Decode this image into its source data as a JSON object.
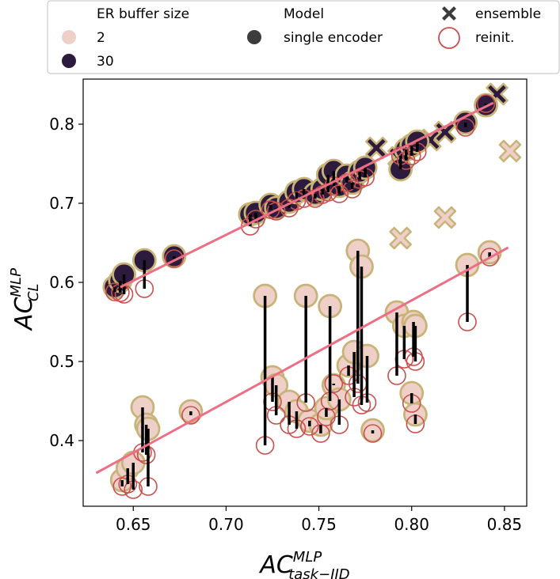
{
  "chart_data": {
    "type": "scatter",
    "xlabel_main": "AC",
    "xlabel_sup": "MLP",
    "xlabel_sub": "task−IID",
    "ylabel_main": "AC",
    "ylabel_sup": "MLP",
    "ylabel_sub": "CL",
    "xlim": [
      0.623,
      0.862
    ],
    "ylim": [
      0.317,
      0.857
    ],
    "xticks": [
      0.65,
      0.7,
      0.75,
      0.8,
      0.85
    ],
    "xtick_labels": [
      "0.65",
      "0.70",
      "0.75",
      "0.80",
      "0.85"
    ],
    "yticks": [
      0.4,
      0.5,
      0.6,
      0.7,
      0.8
    ],
    "ytick_labels": [
      "0.4",
      "0.5",
      "0.6",
      "0.7",
      "0.8"
    ],
    "grid": false,
    "legend": {
      "placement": "top-outside",
      "hue_title": "ER buffer size",
      "hue_items": [
        "2",
        "30"
      ],
      "model_title": "Model",
      "model_items": [
        "single encoder"
      ],
      "ensemble_label": "ensemble",
      "reinit_label": "reinit."
    },
    "colors": {
      "buffer_2": "#efd0c8",
      "buffer_30": "#2d1b3e",
      "marker_edge": "#c8b378",
      "reinit_edge": "#c8504e",
      "trend_line": "#ec6f86",
      "link": "#000000"
    },
    "series": [
      {
        "name": "30",
        "points": [
          {
            "x": 0.64,
            "y": 0.594,
            "r": 0.588
          },
          {
            "x": 0.643,
            "y": 0.602,
            "r": 0.587
          },
          {
            "x": 0.645,
            "y": 0.61,
            "r": 0.585
          },
          {
            "x": 0.656,
            "y": 0.628,
            "r": 0.592
          },
          {
            "x": 0.672,
            "y": 0.633,
            "r": 0.63
          },
          {
            "x": 0.713,
            "y": 0.686,
            "r": 0.671
          },
          {
            "x": 0.716,
            "y": 0.688,
            "r": 0.68
          },
          {
            "x": 0.724,
            "y": 0.698,
            "r": 0.692
          },
          {
            "x": 0.727,
            "y": 0.694,
            "r": 0.69
          },
          {
            "x": 0.734,
            "y": 0.702,
            "r": 0.694
          },
          {
            "x": 0.738,
            "y": 0.714,
            "r": 0.703
          },
          {
            "x": 0.742,
            "y": 0.718,
            "r": 0.706
          },
          {
            "x": 0.748,
            "y": 0.712,
            "r": 0.706
          },
          {
            "x": 0.752,
            "y": 0.718,
            "r": 0.711
          },
          {
            "x": 0.755,
            "y": 0.736,
            "r": 0.714
          },
          {
            "x": 0.758,
            "y": 0.741,
            "r": 0.722
          },
          {
            "x": 0.761,
            "y": 0.722,
            "r": 0.712
          },
          {
            "x": 0.765,
            "y": 0.735,
            "r": 0.726
          },
          {
            "x": 0.768,
            "y": 0.726,
            "r": 0.718
          },
          {
            "x": 0.772,
            "y": 0.74,
            "r": 0.73
          },
          {
            "x": 0.775,
            "y": 0.745,
            "r": 0.733
          },
          {
            "x": 0.794,
            "y": 0.743,
            "r": 0.76
          },
          {
            "x": 0.797,
            "y": 0.768,
            "r": 0.754
          },
          {
            "x": 0.8,
            "y": 0.773,
            "r": 0.76
          },
          {
            "x": 0.803,
            "y": 0.778,
            "r": 0.765
          },
          {
            "x": 0.829,
            "y": 0.802,
            "r": 0.796
          },
          {
            "x": 0.84,
            "y": 0.824,
            "r": 0.826
          }
        ],
        "ensemble": [
          {
            "x": 0.781,
            "y": 0.77
          },
          {
            "x": 0.793,
            "y": 0.758
          },
          {
            "x": 0.81,
            "y": 0.78
          },
          {
            "x": 0.818,
            "y": 0.79
          },
          {
            "x": 0.846,
            "y": 0.838
          }
        ]
      },
      {
        "name": "2",
        "points": [
          {
            "x": 0.644,
            "y": 0.35,
            "r": 0.342
          },
          {
            "x": 0.647,
            "y": 0.365,
            "r": 0.345
          },
          {
            "x": 0.65,
            "y": 0.372,
            "r": 0.338
          },
          {
            "x": 0.655,
            "y": 0.442,
            "r": 0.385
          },
          {
            "x": 0.657,
            "y": 0.42,
            "r": 0.382
          },
          {
            "x": 0.658,
            "y": 0.415,
            "r": 0.342
          },
          {
            "x": 0.681,
            "y": 0.437,
            "r": 0.432
          },
          {
            "x": 0.721,
            "y": 0.583,
            "r": 0.394
          },
          {
            "x": 0.725,
            "y": 0.48,
            "r": 0.449
          },
          {
            "x": 0.727,
            "y": 0.47,
            "r": 0.432
          },
          {
            "x": 0.734,
            "y": 0.449,
            "r": 0.42
          },
          {
            "x": 0.738,
            "y": 0.437,
            "r": 0.415
          },
          {
            "x": 0.743,
            "y": 0.583,
            "r": 0.448
          },
          {
            "x": 0.745,
            "y": 0.425,
            "r": 0.418
          },
          {
            "x": 0.751,
            "y": 0.42,
            "r": 0.409
          },
          {
            "x": 0.754,
            "y": 0.441,
            "r": 0.43
          },
          {
            "x": 0.756,
            "y": 0.57,
            "r": 0.45
          },
          {
            "x": 0.758,
            "y": 0.47,
            "r": 0.472
          },
          {
            "x": 0.761,
            "y": 0.452,
            "r": 0.42
          },
          {
            "x": 0.766,
            "y": 0.495,
            "r": 0.482
          },
          {
            "x": 0.769,
            "y": 0.512,
            "r": 0.455
          },
          {
            "x": 0.771,
            "y": 0.64,
            "r": 0.472
          },
          {
            "x": 0.773,
            "y": 0.62,
            "r": 0.445
          },
          {
            "x": 0.776,
            "y": 0.507,
            "r": 0.448
          },
          {
            "x": 0.779,
            "y": 0.413,
            "r": 0.409
          },
          {
            "x": 0.792,
            "y": 0.562,
            "r": 0.482
          },
          {
            "x": 0.796,
            "y": 0.545,
            "r": 0.503
          },
          {
            "x": 0.8,
            "y": 0.46,
            "r": 0.447
          },
          {
            "x": 0.801,
            "y": 0.55,
            "r": 0.506
          },
          {
            "x": 0.802,
            "y": 0.545,
            "r": 0.5
          },
          {
            "x": 0.802,
            "y": 0.433,
            "r": 0.421
          },
          {
            "x": 0.83,
            "y": 0.622,
            "r": 0.55
          },
          {
            "x": 0.842,
            "y": 0.638,
            "r": 0.632
          }
        ],
        "ensemble": [
          {
            "x": 0.794,
            "y": 0.656
          },
          {
            "x": 0.818,
            "y": 0.682
          },
          {
            "x": 0.853,
            "y": 0.766
          }
        ]
      }
    ],
    "trend_lines": [
      {
        "series": "30",
        "x": [
          0.643,
          0.844
        ],
        "y": [
          0.594,
          0.827
        ]
      },
      {
        "series": "2",
        "x": [
          0.63,
          0.852
        ],
        "y": [
          0.359,
          0.644
        ]
      }
    ]
  }
}
